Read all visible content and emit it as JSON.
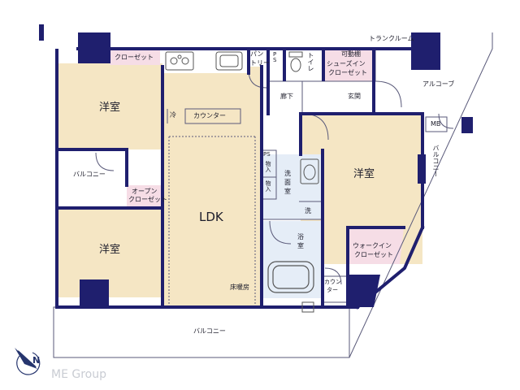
{
  "labels": {
    "trunk_room": "トランクルーム",
    "closet_top": "クローゼット",
    "pantry_1": "パン",
    "pantry_2": "トリー",
    "ps_top": "P\nS",
    "toilet": "トイレ",
    "movable_shelf": "可動棚",
    "shoes_closet_1": "シューズイン",
    "shoes_closet_2": "クローゼット",
    "alcove": "アルコーブ",
    "hallway": "廊下",
    "entrance": "玄関",
    "mb": "MB",
    "western_room_1": "洋室",
    "fridge": "冷",
    "counter": "カウンター",
    "balcony_left": "バルコニー",
    "ps_mid": "PS",
    "storage_1": "物入",
    "storage_2": "物入",
    "washroom_1": "洗",
    "washroom_2": "面",
    "washroom_3": "室",
    "western_room_2": "洋室",
    "balcony_right": "バルコニー",
    "open_closet_1": "オープン",
    "open_closet_2": "クローゼット",
    "ldk": "LDK",
    "washer": "洗",
    "bath_1": "浴",
    "bath_2": "室",
    "western_room_3": "洋室",
    "walkin_1": "ウォークイン",
    "walkin_2": "クローゼット",
    "floor_heating": "床暖房",
    "counter_small_1": "カウン",
    "counter_small_2": "ター",
    "balcony_bottom": "バルコニー",
    "brand": "ME Group",
    "compass": "N"
  },
  "colors": {
    "wall": "#1f1f6e",
    "room_fill": "#f5e6c4",
    "closet_fill": "#f6dde6",
    "wet_fill": "#e5edf7",
    "line": "#5a5a7a"
  },
  "icons": [
    "compass-icon",
    "stove-icon",
    "sink-icon",
    "toilet-icon",
    "bathtub-icon",
    "washbasin-icon"
  ]
}
